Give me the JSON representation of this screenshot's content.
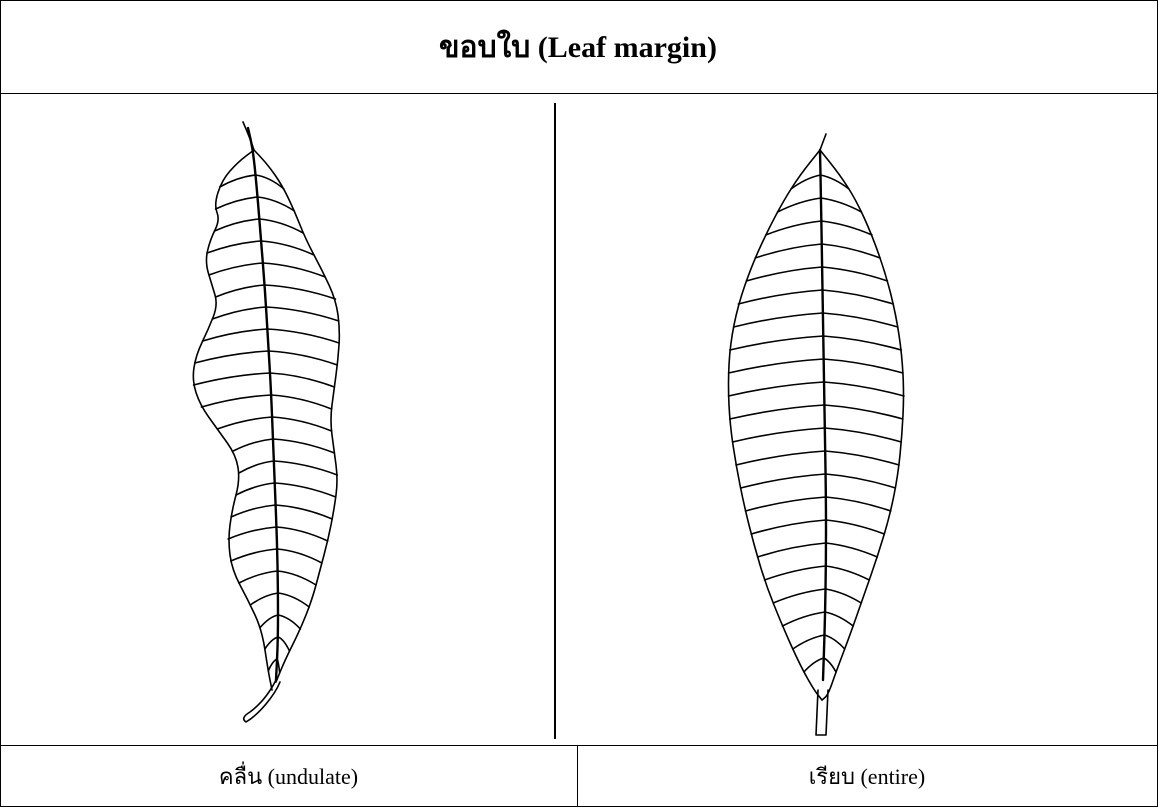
{
  "title": "ขอบใบ (Leaf margin)",
  "panels": [
    {
      "caption": "คลื่น (undulate)",
      "leaf": "undulate-leaf"
    },
    {
      "caption": "เรียบ (entire)",
      "leaf": "entire-leaf"
    }
  ]
}
